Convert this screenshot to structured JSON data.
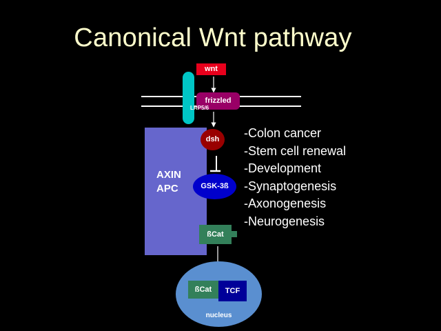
{
  "title": "Canonical Wnt pathway",
  "nodes": {
    "wnt": "wnt",
    "frizzled": "frizzled",
    "lrp": "LRP5/6",
    "dsh": "dsh",
    "axin_apc": [
      "AXIN",
      "APC"
    ],
    "gsk": "GSK-3ß",
    "bcat": "ßCat",
    "bcat_nucleus": "ßCat",
    "tcf": "TCF",
    "nucleus": "nucleus"
  },
  "roles": [
    "-Colon cancer",
    "-Stem cell renewal",
    "-Development",
    "-Synaptogenesis",
    "-Axonogenesis",
    "-Neurogenesis"
  ],
  "colors": {
    "background": "#000000",
    "title": "#ffffcc",
    "wnt": "#e8001c",
    "frizzled": "#990066",
    "lrp": "#00c6c6",
    "axin_apc": "#6666cc",
    "dsh": "#990000",
    "gsk": "#0000cc",
    "bcat": "#33805a",
    "tcf": "#000099",
    "nucleus": "#5a8fd0"
  }
}
